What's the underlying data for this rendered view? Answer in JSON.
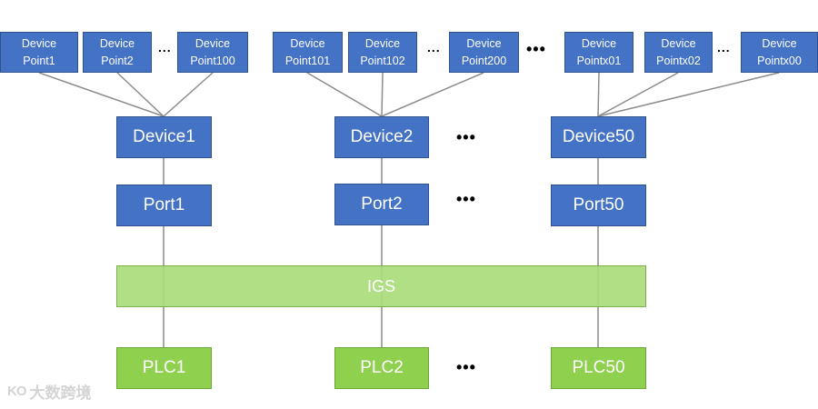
{
  "device_points": [
    {
      "line1": "Device",
      "line2": "Point1"
    },
    {
      "line1": "Device",
      "line2": "Point2"
    },
    {
      "line1": "Device",
      "line2": "Point100"
    },
    {
      "line1": "Device",
      "line2": "Point101"
    },
    {
      "line1": "Device",
      "line2": "Point102"
    },
    {
      "line1": "Device",
      "line2": "Point200"
    },
    {
      "line1": "Device",
      "line2": "Pointx01"
    },
    {
      "line1": "Device",
      "line2": "Pointx02"
    },
    {
      "line1": "Device",
      "line2": "Pointx00"
    }
  ],
  "devices": [
    "Device1",
    "Device2",
    "Device50"
  ],
  "ports": [
    "Port1",
    "Port2",
    "Port50"
  ],
  "gateway": "IGS",
  "plcs": [
    "PLC1",
    "PLC2",
    "PLC50"
  ],
  "ellipsis_small": "...",
  "ellipsis_big": "•••",
  "watermark": "大数跨境",
  "watermark_mark": "KO",
  "colors": {
    "blue": "#4472c4",
    "green": "#8fd14f",
    "light_green": "#a9db78",
    "line": "#808080"
  }
}
